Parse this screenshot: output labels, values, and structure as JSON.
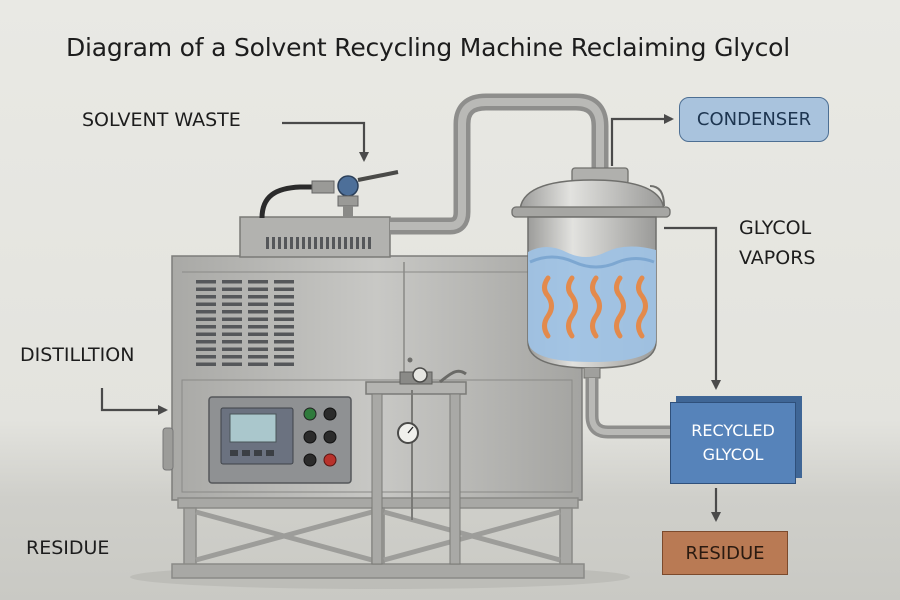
{
  "title": "Diagram of a Solvent Recycling Machine Reclaiming Glycol",
  "labels": {
    "solvent_waste": "SOLVENT WASTE",
    "distillation": "DISTILLTION",
    "residue_left": "RESIDUE",
    "glycol_vapors_line1": "GLYCOL",
    "glycol_vapors_line2": "VAPORS"
  },
  "boxes": {
    "condenser": "CONDENSER",
    "recycled_line1": "RECYCLED",
    "recycled_line2": "GLYCOL",
    "residue": "RESIDUE"
  },
  "colors": {
    "steel": "#b9b9b6",
    "pipe": "#8e8e8c",
    "liquid": "#9fc2e4",
    "flame": "#e38a4c",
    "condenser_box": "#a9c3dd",
    "recycled_box": "#5683ba",
    "residue_box": "#b97a54",
    "arrow": "#4a4a4a"
  }
}
